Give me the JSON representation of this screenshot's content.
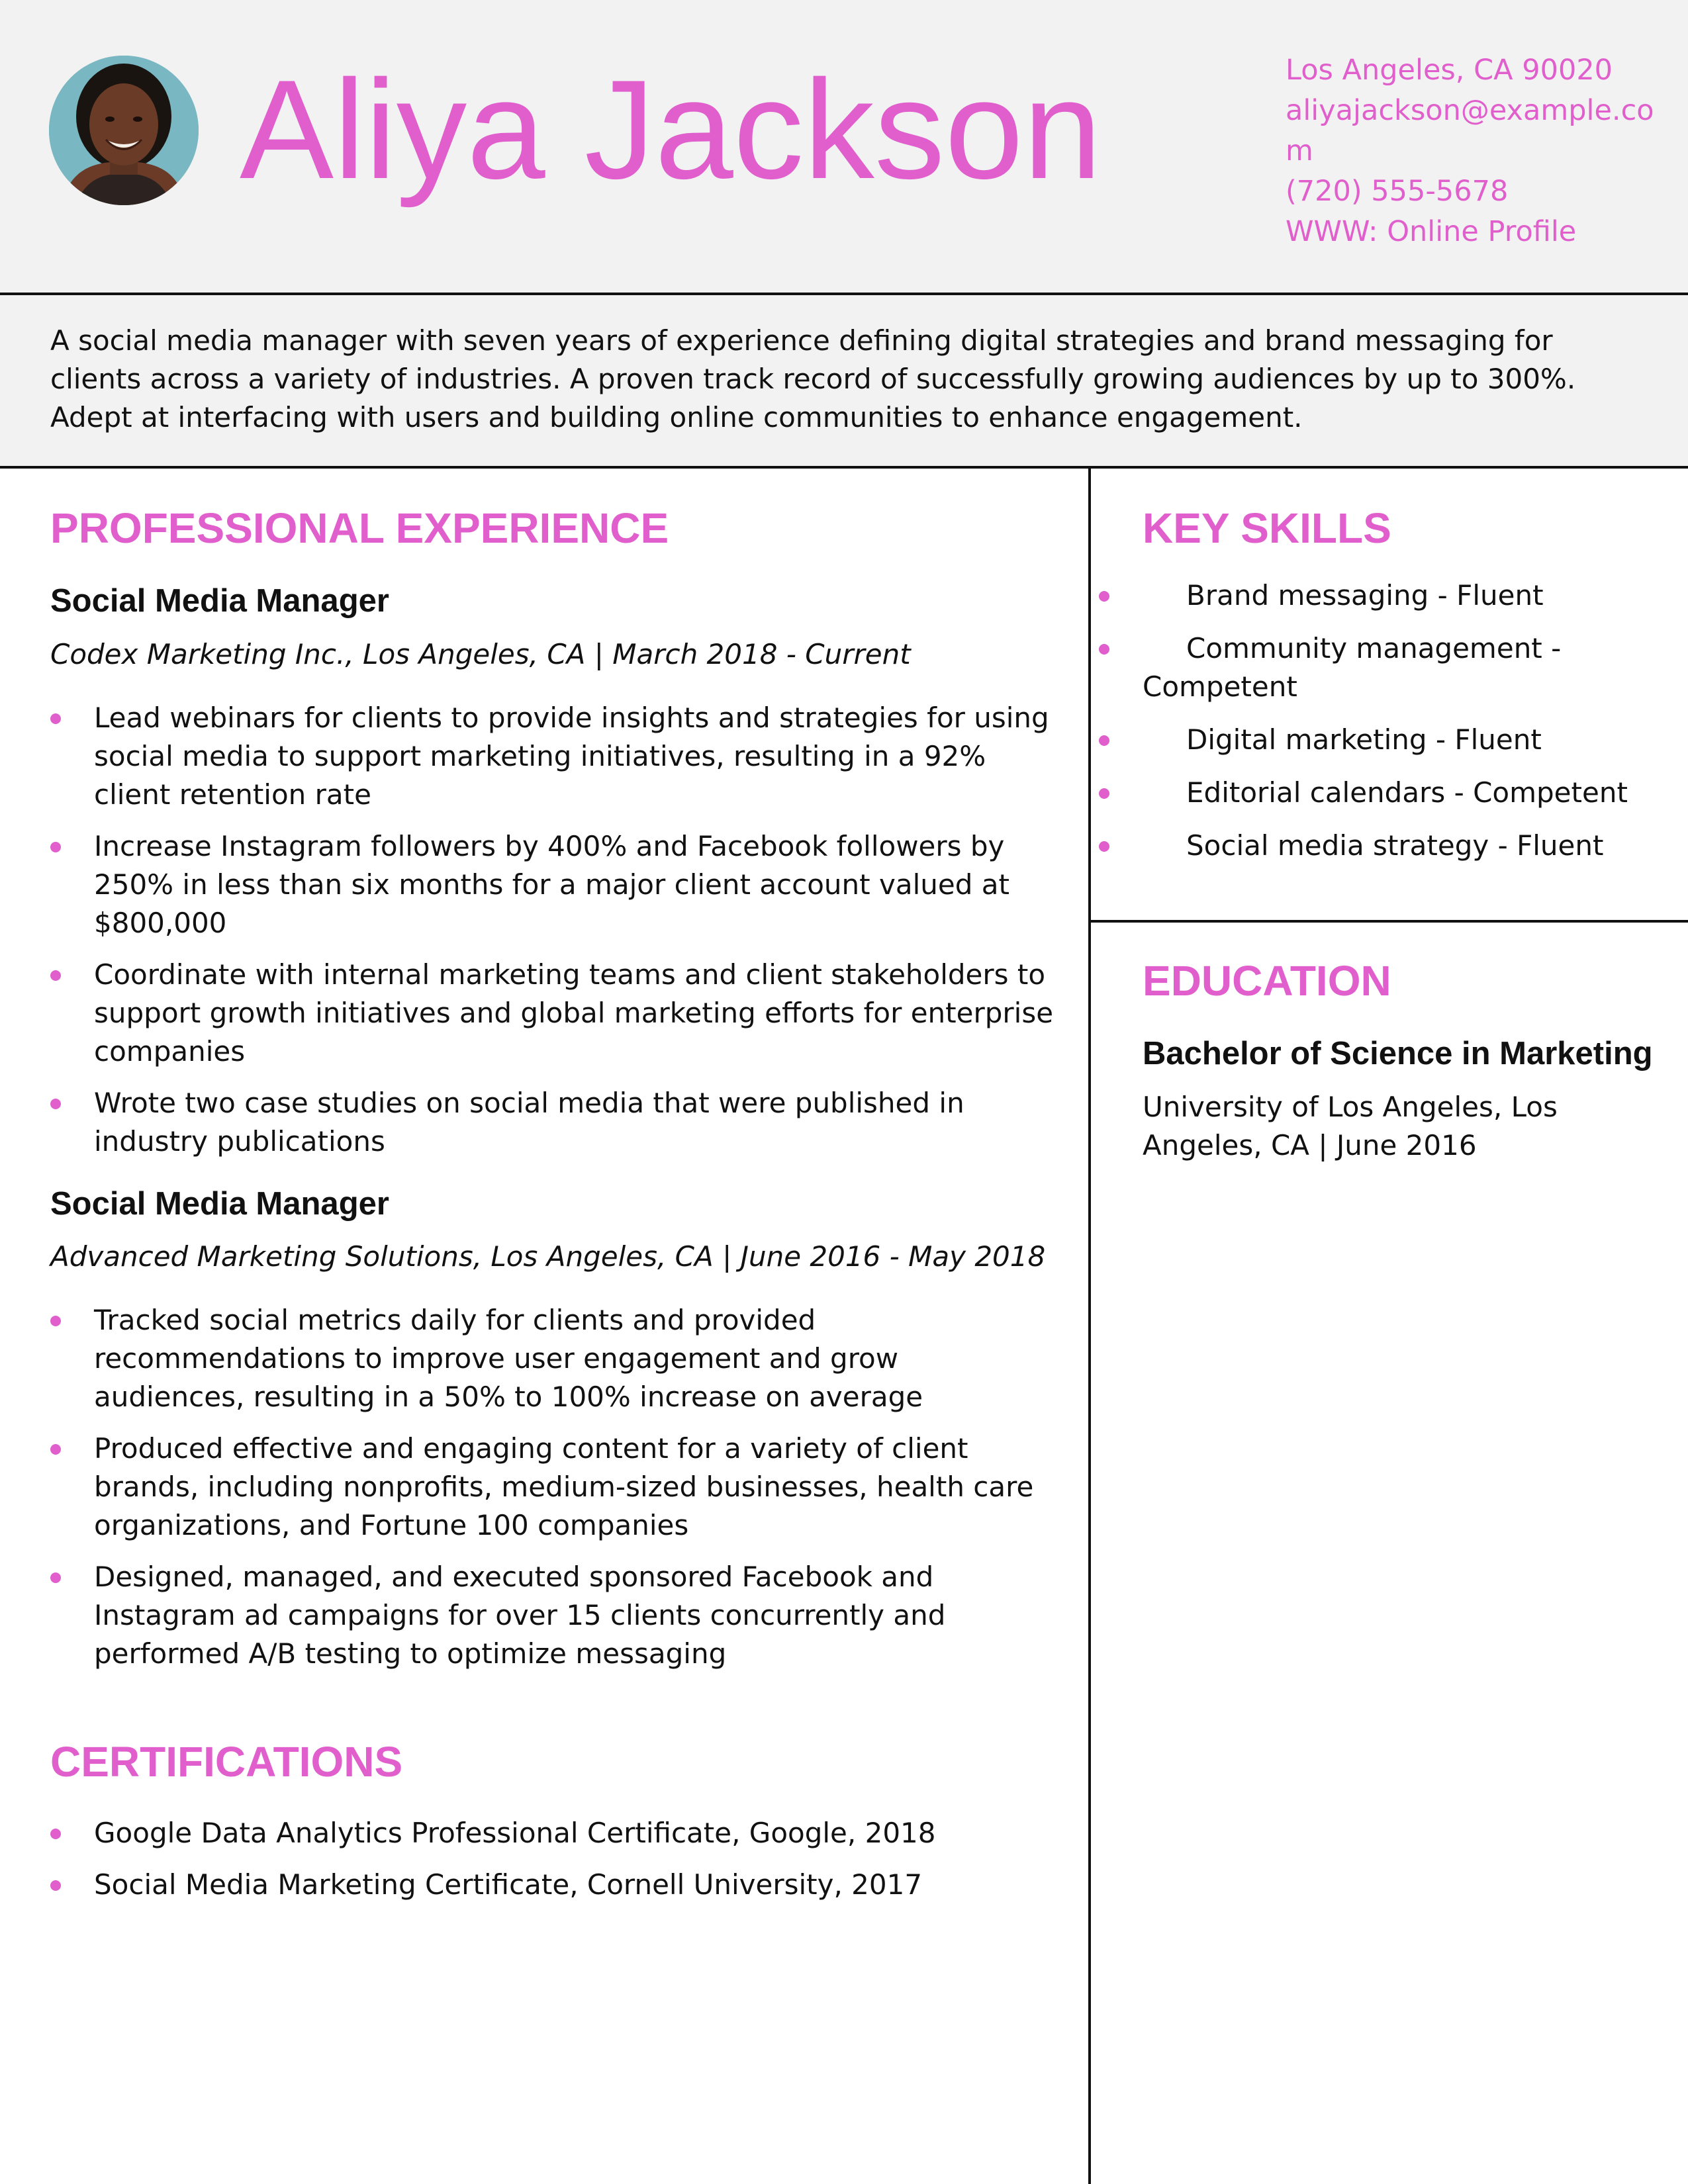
{
  "header": {
    "name": "Aliya Jackson",
    "contact": {
      "location": "Los Angeles, CA 90020",
      "email": "aliyajackson@example.com",
      "phone": "(720) 555-5678",
      "website": "WWW: Online Profile"
    }
  },
  "summary": "A social media manager with seven years of experience defining digital strategies and brand messaging for clients across a variety of industries. A proven track record of successfully growing audiences by up to 300%. Adept at interfacing with users and building online communities to enhance engagement.",
  "experience": {
    "title": "PROFESSIONAL EXPERIENCE",
    "jobs": [
      {
        "title": "Social Media Manager",
        "meta": "Codex Marketing Inc., Los Angeles, CA | March 2018 - Current",
        "bullets": [
          "Lead webinars for clients to provide insights and strategies for using social media to support marketing initiatives, resulting in a 92% client retention rate",
          "Increase Instagram followers by 400% and Facebook followers by 250% in less than six months for a major client account valued at $800,000",
          "Coordinate with internal marketing teams and client stakeholders to support growth initiatives and global marketing efforts for enterprise companies",
          "Wrote two case studies on social media that were published in industry publications"
        ]
      },
      {
        "title": "Social Media Manager",
        "meta": "Advanced Marketing Solutions, Los Angeles, CA | June 2016 - May 2018",
        "bullets": [
          "Tracked social metrics daily for clients and provided recommendations to improve user engagement and grow audiences, resulting in a 50% to 100% increase on average",
          "Produced effective and engaging content for a variety of client brands, including nonprofits, medium-sized businesses, health care organizations, and Fortune 100 companies",
          "Designed, managed, and executed sponsored Facebook and Instagram ad campaigns for over 15 clients concurrently and performed A/B testing to optimize messaging"
        ]
      }
    ]
  },
  "certifications": {
    "title": "CERTIFICATIONS",
    "items": [
      "Google Data Analytics Professional Certificate, Google, 2018",
      "Social Media Marketing Certificate, Cornell University, 2017"
    ]
  },
  "skills": {
    "title": "KEY SKILLS",
    "items": [
      "Brand messaging - Fluent",
      "Community management - Competent",
      "Digital marketing - Fluent",
      "Editorial calendars - Competent",
      "Social media strategy - Fluent"
    ]
  },
  "education": {
    "title": "EDUCATION",
    "degree": "Bachelor of Science in Marketing",
    "school": "University of Los Angeles, Los Angeles, CA | June 2016"
  },
  "colors": {
    "accent": "#e05fcc",
    "header_bg": "#f1f2f1",
    "rule": "#111111"
  },
  "icons": {
    "photo": "profile-photo"
  }
}
